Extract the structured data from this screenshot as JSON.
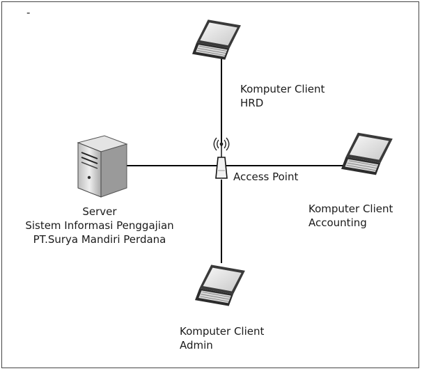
{
  "nodes": {
    "hrd": {
      "line1": "Komputer Client",
      "line2": "HRD"
    },
    "accounting": {
      "line1": "Komputer Client",
      "line2": "Accounting"
    },
    "admin": {
      "line1": "Komputer Client",
      "line2": "Admin"
    },
    "access_point": {
      "label": "Access Point"
    },
    "server": {
      "line1": "Server",
      "line2": "Sistem Informasi Penggajian",
      "line3": "PT.Surya Mandiri Perdana"
    }
  },
  "marker": "-"
}
